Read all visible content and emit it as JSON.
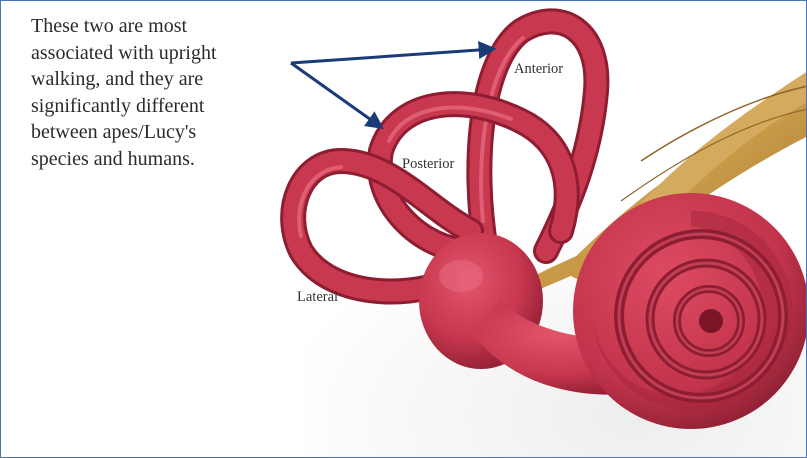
{
  "caption": {
    "lines": [
      "These two are most",
      "associated with upright",
      "walking, and they are",
      "significantly different",
      "between apes/Lucy's",
      "species and humans."
    ]
  },
  "labels": {
    "anterior": "Anterior",
    "posterior": "Posterior",
    "lateral": "Lateral"
  },
  "colors": {
    "frame_border": "#4a74b8",
    "arrow": "#1a3a78",
    "canal": "#c8384f",
    "canal_dark": "#8e1d32",
    "nerve": "#c89a48",
    "text": "#2a2a2a"
  }
}
